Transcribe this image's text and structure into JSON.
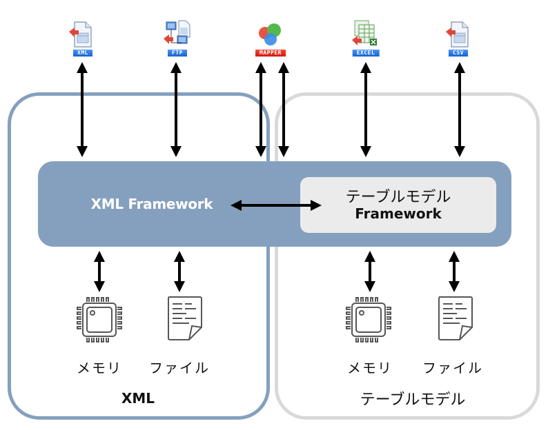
{
  "top_sources": [
    {
      "id": "xml",
      "label": "XML",
      "icon": "xml-document-icon",
      "label_color": "#1463d6"
    },
    {
      "id": "ftp",
      "label": "FTP",
      "icon": "ftp-network-icon",
      "label_color": "#1463d6"
    },
    {
      "id": "mapper",
      "label": "MAPPER",
      "icon": "mapper-circles-icon",
      "label_color": "#d6160a"
    },
    {
      "id": "excel",
      "label": "EXCEL",
      "icon": "excel-spreadsheet-icon",
      "label_color": "#1463d6"
    },
    {
      "id": "csv",
      "label": "CSV",
      "icon": "csv-document-icon",
      "label_color": "#1463d6"
    }
  ],
  "framework_band": {
    "xml_framework_label": "XML Framework",
    "table_framework_line1": "テーブルモデル",
    "table_framework_line2": "Framework",
    "band_color": "#85a0be",
    "inner_box_color": "#ebebeb"
  },
  "left_group": {
    "title": "XML",
    "border_color": "#85a0be",
    "storage": [
      {
        "label": "メモリ",
        "icon": "memory-chip-icon"
      },
      {
        "label": "ファイル",
        "icon": "file-document-icon"
      }
    ]
  },
  "right_group": {
    "title": "テーブルモデル",
    "border_color": "#d9d9d9",
    "storage": [
      {
        "label": "メモリ",
        "icon": "memory-chip-icon"
      },
      {
        "label": "ファイル",
        "icon": "file-document-icon"
      }
    ]
  }
}
